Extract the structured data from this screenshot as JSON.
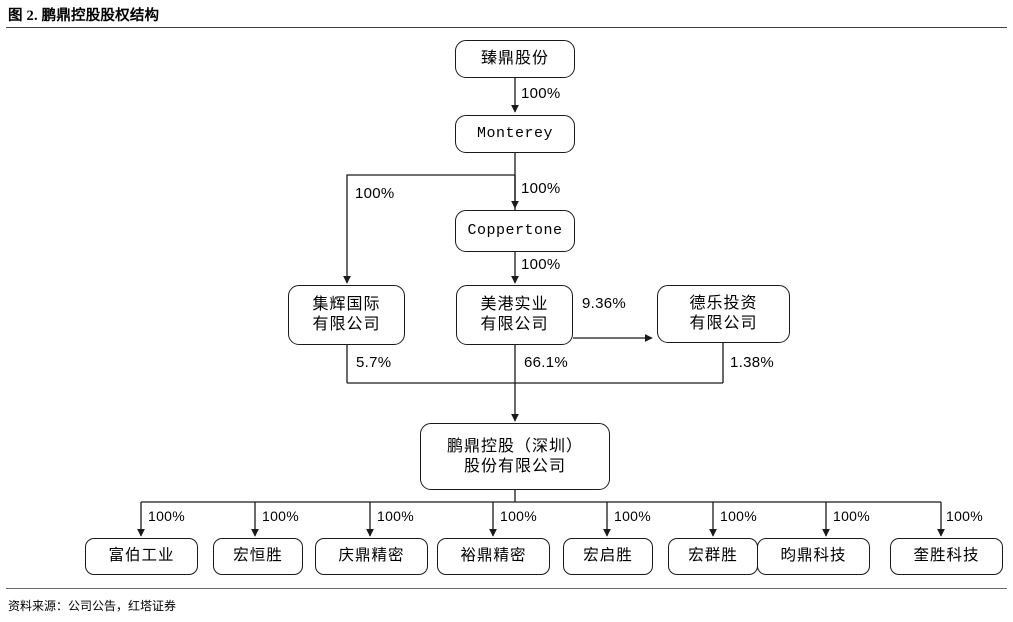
{
  "figure": {
    "title": "图 2. 鹏鼎控股股权结构",
    "source_note": "资料来源：公司公告，红塔证券"
  },
  "nodes": {
    "zhending": "臻鼎股份",
    "monterey": "Monterey",
    "coppertone": "Coppertone",
    "jihui": "集辉国际\n有限公司",
    "meigang": "美港实业\n有限公司",
    "dele": "德乐投资\n有限公司",
    "pengding": "鹏鼎控股（深圳）\n股份有限公司"
  },
  "edges": {
    "zhending_to_monterey": "100%",
    "monterey_to_jihui": "100%",
    "monterey_to_coppertone": "100%",
    "coppertone_to_meigang": "100%",
    "meigang_to_dele": "9.36%",
    "jihui_to_pengding": "5.7%",
    "meigang_to_pengding": "66.1%",
    "dele_to_pengding": "1.38%"
  },
  "subsidiaries": [
    {
      "name": "富伯工业",
      "stake": "100%"
    },
    {
      "name": "宏恒胜",
      "stake": "100%"
    },
    {
      "name": "庆鼎精密",
      "stake": "100%"
    },
    {
      "name": "裕鼎精密",
      "stake": "100%"
    },
    {
      "name": "宏启胜",
      "stake": "100%"
    },
    {
      "name": "宏群胜",
      "stake": "100%"
    },
    {
      "name": "昀鼎科技",
      "stake": "100%"
    },
    {
      "name": "奎胜科技",
      "stake": "100%"
    }
  ],
  "colors": {
    "line": "#1a1a1a",
    "box_border": "#1a1a1a",
    "rule": "#3f3f3f",
    "text": "#000000",
    "background": "#ffffff"
  }
}
